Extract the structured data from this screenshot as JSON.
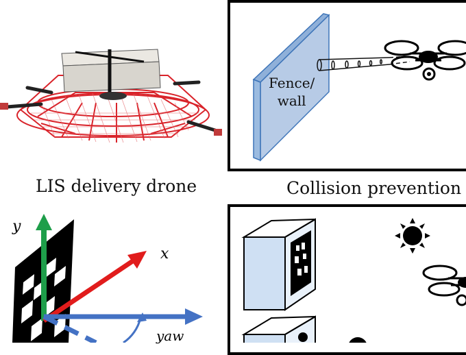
{
  "panels": {
    "delivery_drone": {
      "caption": "LIS delivery drone"
    },
    "collision": {
      "caption": "Collision prevention",
      "wall_label_line1": "Fence/",
      "wall_label_line2": "wall"
    },
    "marker_axes": {
      "y_label": "y",
      "x_label": "x",
      "yaw_label": "yaw"
    },
    "scene": {}
  },
  "colors": {
    "drone_frame": "#d9232a",
    "box": "#d8d5ce",
    "wall_fill": "#b7cbe6",
    "wall_edge": "#3d74b8",
    "axis_y": "#1e9e4a",
    "axis_x": "#e11c1c",
    "axis_z": "#4472c4"
  }
}
